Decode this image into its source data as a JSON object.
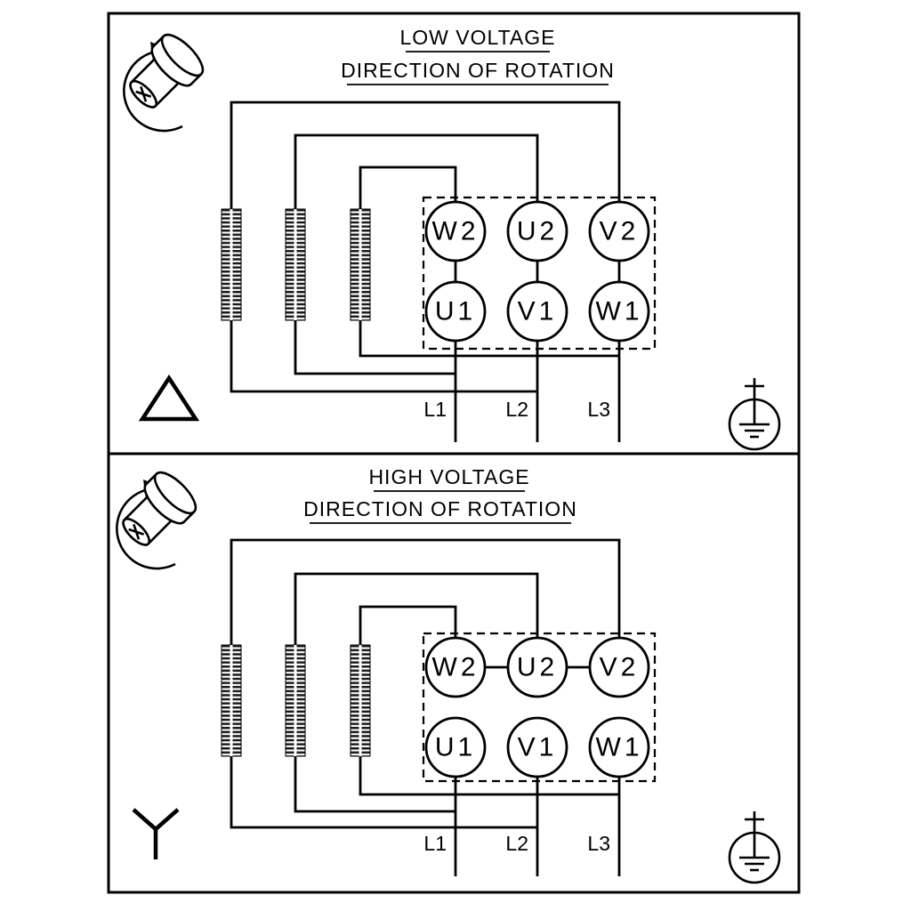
{
  "colors": {
    "line": "#000000",
    "background": "#ffffff"
  },
  "panels": [
    {
      "title": "LOW VOLTAGE",
      "subtitle": "DIRECTION OF ROTATION",
      "connection": "delta",
      "terminals_top": [
        "W2",
        "U2",
        "V2"
      ],
      "terminals_bottom": [
        "U1",
        "V1",
        "W1"
      ],
      "line_labels": [
        "L1",
        "L2",
        "L3"
      ],
      "icons": [
        "rotation-direction-icon",
        "winding-coil",
        "delta-symbol-icon",
        "earth-ground-icon"
      ]
    },
    {
      "title": "HIGH VOLTAGE",
      "subtitle": "DIRECTION OF ROTATION",
      "connection": "wye",
      "terminals_top": [
        "W2",
        "U2",
        "V2"
      ],
      "terminals_bottom": [
        "U1",
        "V1",
        "W1"
      ],
      "line_labels": [
        "L1",
        "L2",
        "L3"
      ],
      "icons": [
        "rotation-direction-icon",
        "winding-coil",
        "wye-symbol-icon",
        "earth-ground-icon"
      ]
    }
  ]
}
